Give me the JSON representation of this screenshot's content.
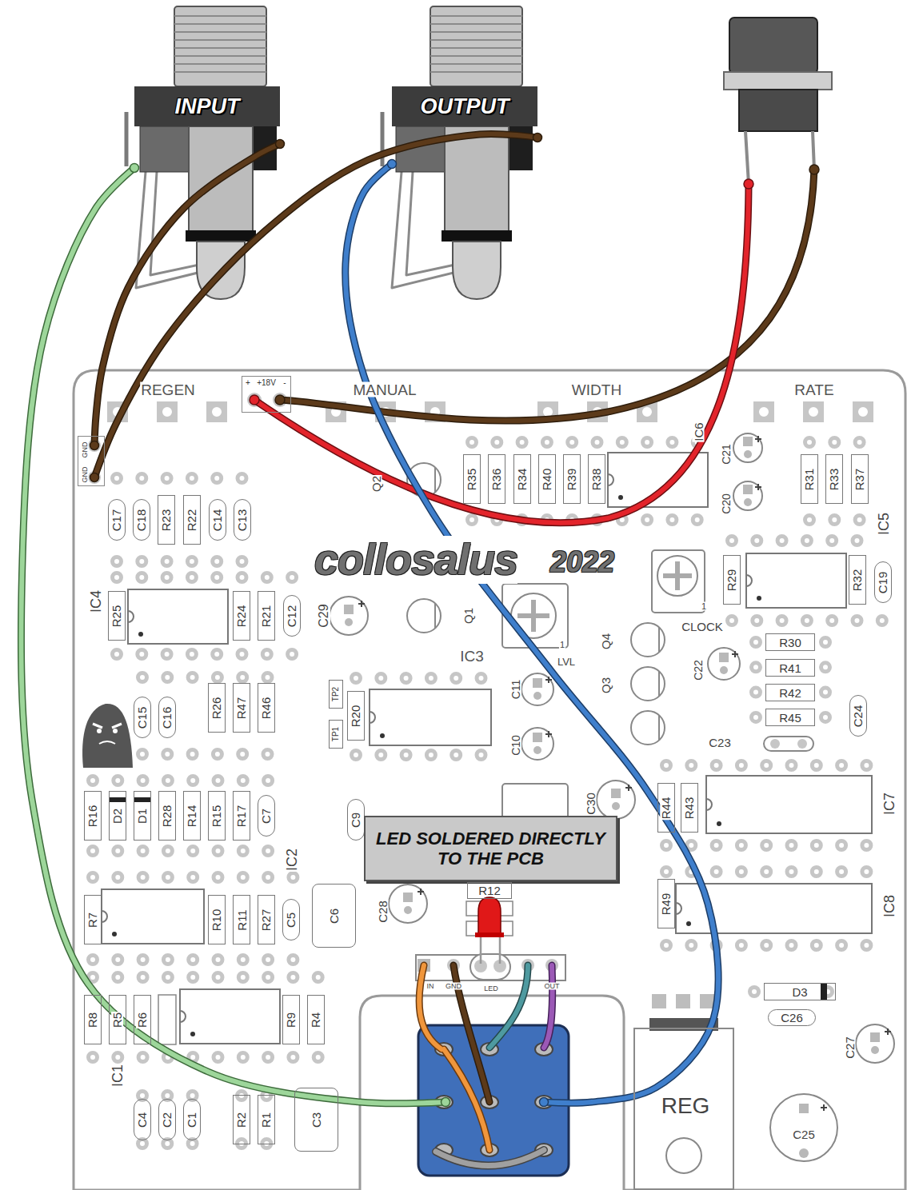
{
  "diagram": {
    "nodes": [
      {
        "text": [
          "INPUT"
        ]
      },
      {
        "text": [
          "OUTPUT"
        ]
      },
      {
        "text": [
          "collosalus",
          "2022"
        ]
      },
      {
        "text": [
          "+",
          "+18V",
          "-"
        ],
        "in": 2
      },
      {
        "text": [
          "GND",
          "GND"
        ],
        "in": 2
      },
      {
        "text": [
          "R35"
        ],
        "in": 2
      },
      {
        "text": [
          "R36"
        ],
        "in": 2
      },
      {
        "text": [
          "R34"
        ],
        "in": 2
      },
      {
        "text": [
          "R40"
        ],
        "in": 2
      },
      {
        "text": [
          "R39"
        ],
        "in": 2
      },
      {
        "text": [
          "R38"
        ],
        "in": 2
      },
      {
        "text": [
          "R31"
        ],
        "in": 2
      },
      {
        "text": [
          "R33"
        ],
        "in": 2
      },
      {
        "text": [
          "R37"
        ],
        "in": 2
      },
      {
        "text": [
          "C17"
        ],
        "in": 2
      },
      {
        "text": [
          "C18"
        ],
        "in": 2
      },
      {
        "text": [
          "R23"
        ],
        "in": 2
      },
      {
        "text": [
          "R22"
        ],
        "in": 2
      },
      {
        "text": [
          "C14"
        ],
        "in": 2
      },
      {
        "text": [
          "C13"
        ],
        "in": 2
      },
      {
        "text": [
          "R29"
        ],
        "in": 2
      },
      {
        "text": [
          "R32"
        ],
        "in": 2
      },
      {
        "text": [
          "C19"
        ],
        "in": 2
      },
      {
        "text": [
          "R25"
        ],
        "in": 2
      },
      {
        "text": [
          "R24"
        ],
        "in": 2
      },
      {
        "text": [
          "R21"
        ],
        "in": 2
      },
      {
        "text": [
          "C12"
        ],
        "in": 2
      },
      {
        "text": [
          "R30"
        ],
        "in": 2
      },
      {
        "text": [
          "R41"
        ],
        "in": 2
      },
      {
        "text": [
          "TP2"
        ],
        "in": 2
      },
      {
        "text": [
          "R20"
        ],
        "in": 2
      },
      {
        "text": [
          "C15"
        ],
        "in": 2
      },
      {
        "text": [
          "C16"
        ],
        "in": 2
      },
      {
        "text": [
          "R26"
        ],
        "in": 2
      },
      {
        "text": [
          "R47"
        ],
        "in": 2
      },
      {
        "text": [
          "R46"
        ],
        "in": 2
      },
      {
        "text": [
          "R42"
        ],
        "in": 2
      },
      {
        "text": [
          "TP1"
        ],
        "in": 2
      },
      {
        "text": [
          "R45"
        ],
        "in": 2
      },
      {
        "text": [
          "C24"
        ],
        "in": 2
      },
      {
        "text": [
          "R16"
        ],
        "in": 2
      },
      {
        "text": [
          "D2"
        ],
        "in": 2
      },
      {
        "text": [
          "D1"
        ],
        "in": 2
      },
      {
        "text": [
          "R28"
        ],
        "in": 2
      },
      {
        "text": [
          "R14"
        ],
        "in": 2
      },
      {
        "text": [
          "R15"
        ],
        "in": 2
      },
      {
        "text": [
          "R17"
        ],
        "in": 2
      },
      {
        "text": [
          "C7"
        ],
        "in": 2
      },
      {
        "text": [
          "C9"
        ],
        "in": 2
      },
      {
        "text": [
          "R44"
        ],
        "in": 2
      },
      {
        "text": [
          "R43"
        ],
        "in": 2
      },
      {
        "text": [
          "LED SOLDERED DIRECTLY TO THE PCB"
        ],
        "in": 2
      },
      {
        "text": [
          "R12"
        ],
        "in": 2
      },
      {
        "text": [
          "R49"
        ],
        "in": 2
      },
      {
        "text": [
          "R7"
        ],
        "in": 2
      },
      {
        "text": [
          "R10"
        ],
        "in": 2
      },
      {
        "text": [
          "R11"
        ],
        "in": 2
      },
      {
        "text": [
          "R27"
        ],
        "in": 2
      },
      {
        "text": [
          "C5"
        ],
        "in": 2
      },
      {
        "text": [
          "C6"
        ],
        "in": 2
      },
      {
        "text": [
          "R8"
        ],
        "in": 2
      },
      {
        "text": [
          "R5"
        ],
        "in": 2
      },
      {
        "text": [
          "R6"
        ],
        "in": 2
      },
      {
        "text": [
          "R9"
        ],
        "in": 2
      },
      {
        "text": [
          "R4"
        ],
        "in": 2
      },
      {
        "text": [
          "D3"
        ],
        "in": 2
      },
      {
        "text": [
          "C26"
        ],
        "in": 2
      },
      {
        "text": [
          "REG"
        ],
        "in": 2
      },
      {
        "text": [
          "C4"
        ],
        "in": 2
      },
      {
        "text": [
          "C2"
        ],
        "in": 2
      },
      {
        "text": [
          "C1"
        ],
        "in": 2
      },
      {
        "text": [
          "R2"
        ],
        "in": 2
      },
      {
        "text": [
          "R1"
        ],
        "in": 2
      },
      {
        "text": [
          "C3"
        ],
        "in": 2
      }
    ],
    "edges": [
      {
        "from": 0,
        "to": 4,
        "arrow": "none"
      },
      {
        "from": 0,
        "to": 2,
        "arrow": "none"
      },
      {
        "from": 1,
        "to": 4,
        "arrow": "none"
      },
      {
        "from": 1,
        "to": 2,
        "arrow": "none"
      }
    ],
    "labels": [
      "REGEN",
      "MANUAL",
      "WIDTH",
      "RATE",
      "IC6",
      "Q2",
      "C21",
      "C20",
      "IC5",
      "IC4",
      "C29",
      "Q1",
      "1",
      "LVL",
      "1",
      "CLOCK",
      "IC3",
      "Q4",
      "Q3",
      "C22",
      "C11",
      "C10",
      "C23",
      "C30",
      "IC7",
      "IC2",
      "IC8",
      "C28",
      "IN",
      "GND",
      "LED",
      "OUT",
      "IC1",
      "C27",
      "C25"
    ]
  }
}
